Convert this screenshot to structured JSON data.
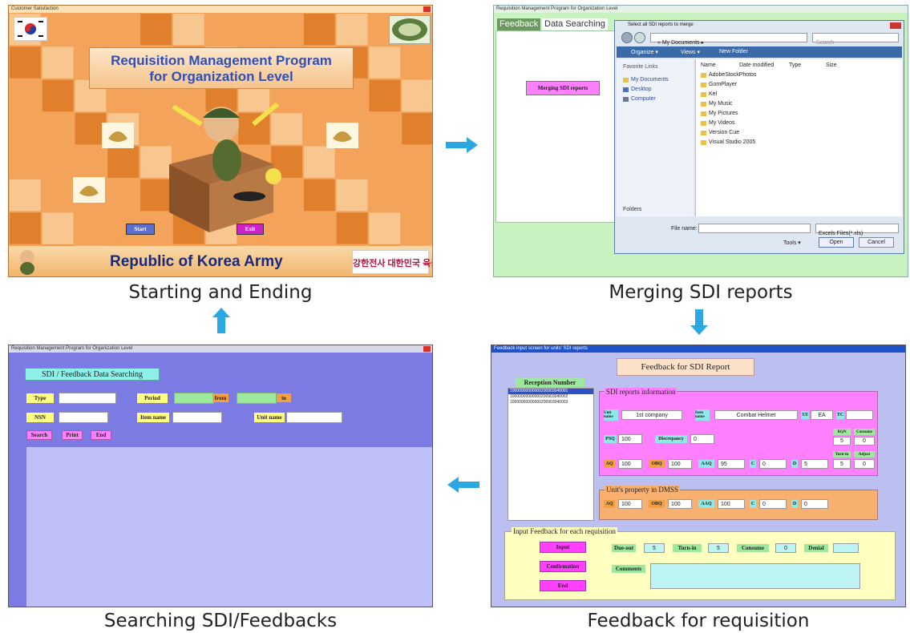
{
  "captions": {
    "top_left": "Starting and Ending",
    "top_right": "Merging SDI reports",
    "bottom_left": "Searching SDI/Feedbacks",
    "bottom_right": "Feedback for requisition"
  },
  "start_screen": {
    "window_title": "Customer Satisfaction",
    "title_line1": "Requisition Management Program",
    "title_line2": "for Organization Level",
    "start_button": "Start",
    "exit_button": "Exit",
    "footer_text": "Republic of Korea Army",
    "slogan_text": "강한전사 대한민국 육군"
  },
  "merge_screen": {
    "window_title": "Requisition Management Program for Organization Level",
    "tabs": [
      "Feedback",
      "Data Searching"
    ],
    "merge_button": "Merging SDI reports",
    "dialog": {
      "title": "Select all SDI reports to merge",
      "breadcrumb": "« My Documents ▸",
      "search_placeholder": "Search",
      "toolbar": [
        "Organize ▾",
        "Views ▾",
        "New Folder"
      ],
      "favorite_links_header": "Favorite Links",
      "favorites": [
        "My Documents",
        "Desktop",
        "Computer"
      ],
      "folders_label": "Folders",
      "columns": [
        "Name",
        "Date modified",
        "Type",
        "Size"
      ],
      "files": [
        "AdobeStockPhotos",
        "GomPlayer",
        "Kel",
        "My Music",
        "My Pictures",
        "My Videos",
        "Version Cue",
        "Visual Studio 2005"
      ],
      "filename_label": "File name:",
      "filetype": "Excels Files(*.xls)",
      "tools": "Tools ▾",
      "open_button": "Open",
      "cancel_button": "Cancel"
    }
  },
  "search_screen": {
    "window_title": "Requisition Management Program for Organization Level",
    "header": "SDI / Feedback Data Searching",
    "type_label": "Type",
    "period_label": "Period",
    "from_label": "from",
    "to_label": "to",
    "nsn_label": "NSN",
    "item_name_label": "Item name",
    "unit_name_label": "Unit name",
    "search_button": "Search",
    "print_button": "Print",
    "end_button": "End"
  },
  "feedback_screen": {
    "window_title": "Feedback input screen for units' SDI reports",
    "header": "Feedback for SDI Report",
    "reception_header": "Reception Number",
    "reception_items": [
      "10000000000000200903040001",
      "10000000000000200903040002",
      "10000000000000200903040003"
    ],
    "sdi_group_title": "SDI reports information",
    "unit_label": "Unit name",
    "unit_value": "1st company",
    "item_label": "Item name",
    "item_value": "Combat Helmet",
    "ui_label": "UI",
    "ui_value": "EA",
    "tc_label": "TC",
    "psq_label": "PSQ",
    "psq_value": "100",
    "discrepancy_label": "Discrepancy",
    "discrepancy_value": "0",
    "rqn_label": "RQN",
    "rqn_value": "5",
    "consume_label": "Consume",
    "consume_value": "0",
    "turnin_label": "Turn-in",
    "turnin_value": "5",
    "adjust_label": "Adjust",
    "adjust_value": "0",
    "aq_label": "AQ",
    "aq_value": "100",
    "obq_label": "OBQ",
    "obq_value": "100",
    "aaq_label": "AAQ",
    "aaq_value": "95",
    "c_label": "C",
    "c_value": "0",
    "d_label": "D",
    "d_value": "5",
    "dmss_group_title": "Unit's property in DMSS",
    "dmss_aq": "100",
    "dmss_obq": "100",
    "dmss_aaq": "100",
    "dmss_c": "0",
    "dmss_d": "0",
    "input_group_title": "Input Feedback for each requisition",
    "input_button": "Input",
    "confirmation_button": "Confirmation",
    "end_button": "End",
    "dueout_label": "Due-out",
    "dueout_value": "5",
    "fb_turnin_label": "Turn-in",
    "fb_turnin_value": "5",
    "fb_consume_label": "Consume",
    "fb_consume_value": "0",
    "denial_label": "Denial",
    "comments_label": "Comments"
  },
  "colors": {
    "start_bg": "#f3a35a",
    "start_tile_dark": "#e07f2c",
    "start_tile_light": "#f8c790",
    "merge_bg": "#c8f2c0",
    "search_bg": "#7b7be3",
    "search_lower": "#bfbff8",
    "feedback_bg": "#bcc0f0",
    "arrow": "#2ba7e3",
    "pink": "#ff80ff",
    "yellow_btn": "#ffff80"
  }
}
